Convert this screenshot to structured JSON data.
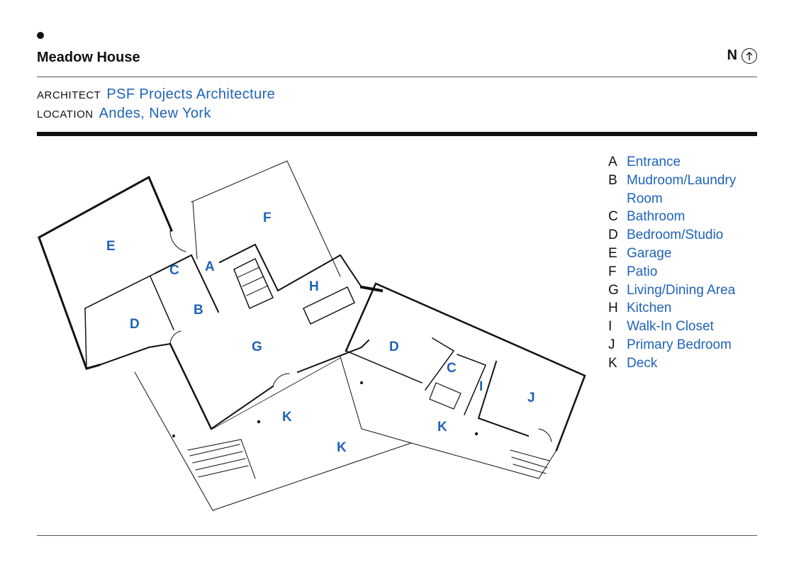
{
  "header": {
    "title": "Meadow House",
    "north_label": "N",
    "north_icon": "arrow-up-circle-icon"
  },
  "meta": {
    "architect_label": "ARCHITECT",
    "architect": "PSF Projects Architecture",
    "location_label": "LOCATION",
    "location": "Andes, New York"
  },
  "plan_labels": {
    "e": "E",
    "f": "F",
    "c1": "C",
    "a": "A",
    "h": "H",
    "b": "B",
    "d1": "D",
    "g": "G",
    "d2": "D",
    "c2": "C",
    "i": "I",
    "j": "J",
    "k1": "K",
    "k2": "K",
    "k3": "K"
  },
  "legend": [
    {
      "key": "A",
      "label": "Entrance"
    },
    {
      "key": "B",
      "label": "Mudroom/Laundry Room"
    },
    {
      "key": "C",
      "label": "Bathroom"
    },
    {
      "key": "D",
      "label": "Bedroom/Studio"
    },
    {
      "key": "E",
      "label": "Garage"
    },
    {
      "key": "F",
      "label": "Patio"
    },
    {
      "key": "G",
      "label": "Living/Dining Area"
    },
    {
      "key": "H",
      "label": "Kitchen"
    },
    {
      "key": "I",
      "label": "Walk-In Closet"
    },
    {
      "key": "J",
      "label": "Primary Bedroom"
    },
    {
      "key": "K",
      "label": "Deck"
    }
  ],
  "colors": {
    "accent": "#1f63b8",
    "ink": "#111111"
  }
}
